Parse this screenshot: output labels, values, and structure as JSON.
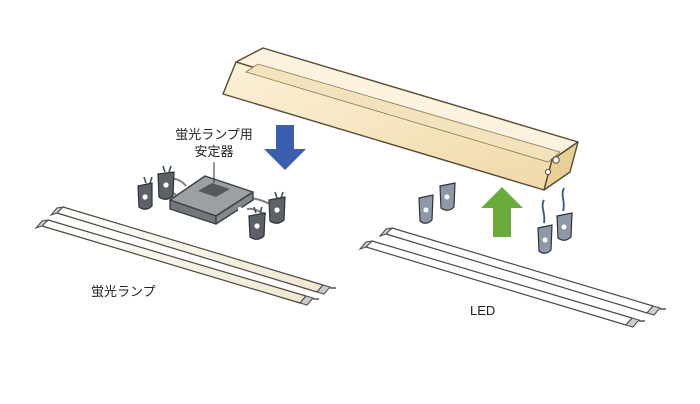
{
  "labels": {
    "ballast_line1": "蛍光ランプ用",
    "ballast_line2": "安定器",
    "fluorescent_lamp": "蛍光ランプ",
    "led": "LED"
  },
  "colors": {
    "fixture_fill": "#f6e7c4",
    "fixture_stroke": "#6b5a3a",
    "remove_arrow": "#3b5fae",
    "install_arrow": "#6aab3a",
    "ballast": "#8c9196",
    "socket": "#5d6268",
    "tube": "#fbf6ea"
  },
  "icons": [
    "down-arrow-icon",
    "up-arrow-icon",
    "lamp-socket-icon",
    "ballast-icon",
    "fluorescent-tube-icon",
    "led-tube-icon"
  ]
}
